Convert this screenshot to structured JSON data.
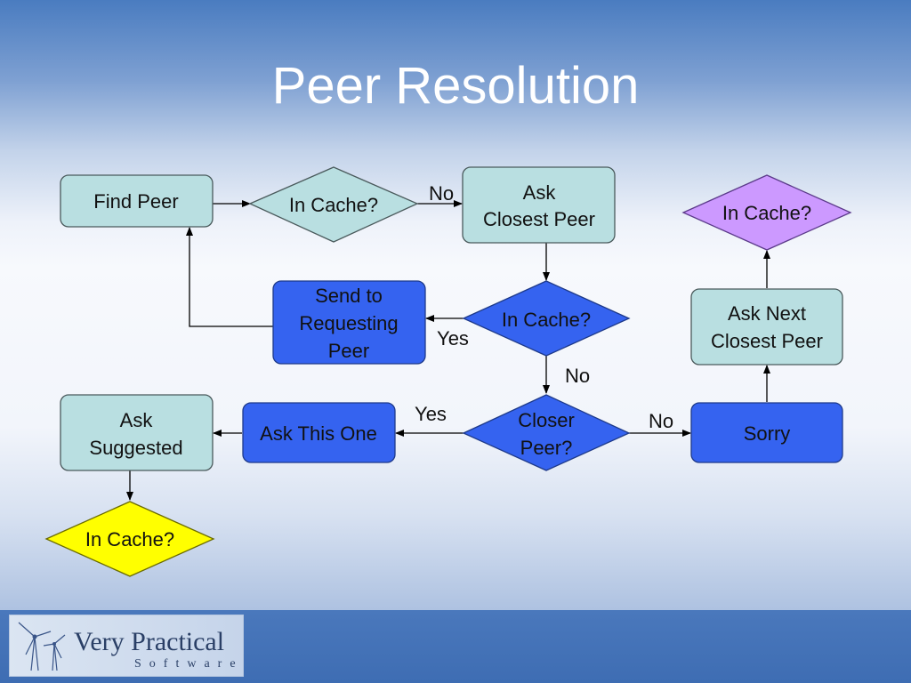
{
  "title": "Peer Resolution",
  "nodes": {
    "find_peer": "Find Peer",
    "in_cache_1": "In Cache?",
    "ask_closest": [
      "Ask",
      "Closest Peer"
    ],
    "in_cache_2": "In Cache?",
    "send_to_requesting": [
      "Send to",
      "Requesting",
      "Peer"
    ],
    "closer_peer": [
      "Closer",
      "Peer?"
    ],
    "ask_this_one": "Ask This One",
    "ask_suggested": [
      "Ask",
      "Suggested"
    ],
    "in_cache_yellow": "In Cache?",
    "sorry": "Sorry",
    "ask_next_closest": [
      "Ask Next",
      "Closest Peer"
    ],
    "in_cache_purple": "In Cache?"
  },
  "edge_labels": {
    "no_1": "No",
    "yes_1": "Yes",
    "no_2": "No",
    "yes_2": "Yes",
    "no_3": "No"
  },
  "colors": {
    "light_teal": "#b9dfe1",
    "blue": "#3563f0",
    "yellow": "#ffff00",
    "purple": "#cc99ff"
  },
  "footer": {
    "logo_name": "Very Practical",
    "logo_sub": "Software",
    "logo_mark": "windmill-icon"
  }
}
